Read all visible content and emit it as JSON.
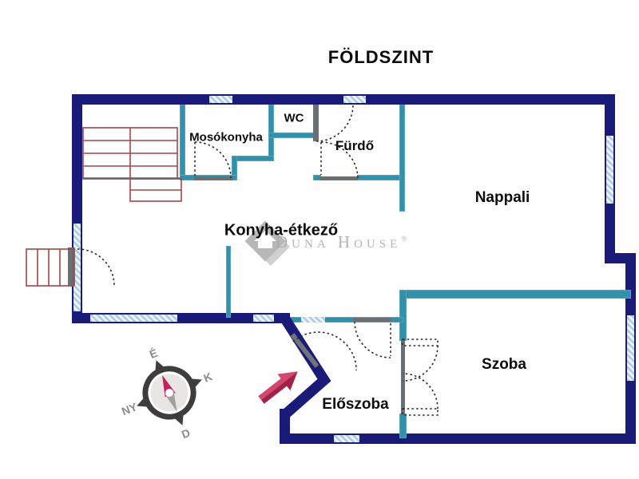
{
  "title": "FÖLDSZINT",
  "rooms": {
    "mosokonyha": "Mosókonyha",
    "wc": "WC",
    "furdo": "Fürdő",
    "nappali": "Nappali",
    "konyha": "Konyha-étkező",
    "szoba": "Szoba",
    "eloszoba": "Előszoba"
  },
  "compass": {
    "north": "É",
    "east": "K",
    "south": "D",
    "west": "NY"
  },
  "watermark": {
    "text": "Duna House",
    "registered": "®"
  },
  "colors": {
    "outer_wall": "#1a1a78",
    "inner_wall": "#3390aa",
    "window_hatch": "#aec9e5",
    "door_gray": "#6a6f74",
    "stairs_red": "#a34646",
    "arrow_red": "#c73157",
    "needle_red": "#c51f5c",
    "watermark_gray": "#ababab"
  }
}
